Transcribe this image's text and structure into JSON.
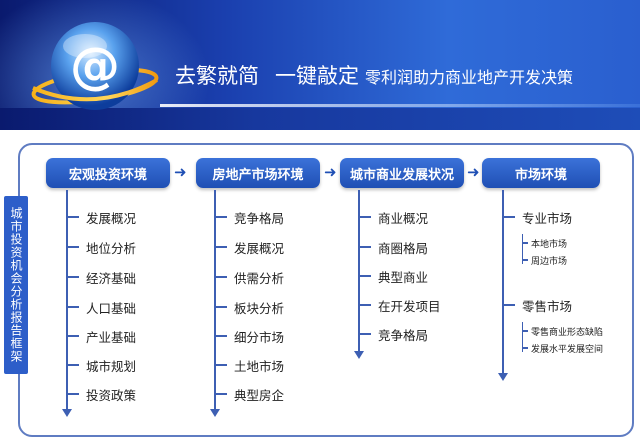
{
  "header": {
    "title_part1": "去繁就简",
    "title_part2": "一键敲定",
    "subtitle": "零利润助力商业地产开发决策",
    "logo_icon": "at-sign-globe-icon"
  },
  "framework": {
    "side_label": "城市投资机会分析报告框架",
    "columns": [
      {
        "title": "宏观投资环境",
        "items": [
          "发展概况",
          "地位分析",
          "经济基础",
          "人口基础",
          "产业基础",
          "城市规划",
          "投资政策"
        ]
      },
      {
        "title": "房地产市场环境",
        "items": [
          "竞争格局",
          "发展概况",
          "供需分析",
          "板块分析",
          "细分市场",
          "土地市场",
          "典型房企"
        ]
      },
      {
        "title": "城市商业发展状况",
        "items": [
          "商业概况",
          "商圈格局",
          "典型商业",
          "在开发项目",
          "竞争格局"
        ]
      },
      {
        "title": "市场环境",
        "groups": [
          {
            "label": "专业市场",
            "subs": [
              "本地市场",
              "周边市场"
            ]
          },
          {
            "label": "零售市场",
            "subs": [
              "零售商业形态缺陷",
              "发展水平发展空间"
            ]
          }
        ]
      }
    ]
  }
}
